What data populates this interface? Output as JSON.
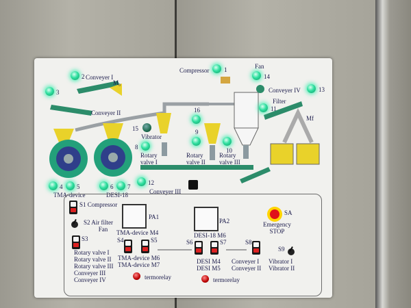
{
  "diagram": {
    "conveyer_1": "Conveyer I",
    "m0": "M₀",
    "conveyer_2": "Conveyer II",
    "compressor": "Compressor",
    "fan": "Fan",
    "conveyer_4": "Conveyer IV",
    "filter": "Filter",
    "mf": "Mf",
    "vibrator": "Vibrator",
    "rotary_valve_1": [
      "Rotary",
      "valve I"
    ],
    "rotary_valve_2": [
      "Rotary",
      "valve II"
    ],
    "rotary_valve_3": [
      "Rotary",
      "valve III"
    ],
    "conveyer_3": "Conveyer III",
    "tma_device": "TMA-device",
    "desi_18": "DESI-18"
  },
  "leds": {
    "n1": "1",
    "n2": "2",
    "n3": "3",
    "n4": "4",
    "n5": "5",
    "n6": "6",
    "n7": "7",
    "n8": "8",
    "n9": "9",
    "n10": "10",
    "n11": "11",
    "n12": "12",
    "n13": "13",
    "n14": "14",
    "n15": "15",
    "n16": "16"
  },
  "controls": {
    "s1": "S1 Compressor",
    "s2": [
      "S2 Air filter",
      "Fan"
    ],
    "s3": "S3",
    "s3_list": [
      "Rotary valve I",
      "Rotary valve II",
      "Rotary valve III",
      "Conveyer III",
      "Conveyer IV"
    ],
    "pa1": "PA1",
    "tma_m4": "TMA-device M4",
    "s4": "S4",
    "s5": "S5",
    "tma_m6": "TMA-device M6",
    "tma_m7": "TMA-device M7",
    "termorelay_1": "termorelay",
    "pa2": "PA2",
    "desi_m6": "DESI-18 M6",
    "s6": "S6",
    "s7": "S7",
    "desi_m4": "DESI M4",
    "desi_m5": "DESI M5",
    "termorelay_2": "termorelay",
    "sa": "SA",
    "estop": [
      "Emergency",
      "STOP"
    ],
    "s8": "S8",
    "s8_list": [
      "Conveyer I",
      "Conveyer II"
    ],
    "s9": "S9",
    "s9_list": [
      "Vibrator I",
      "Vibrator II"
    ]
  }
}
